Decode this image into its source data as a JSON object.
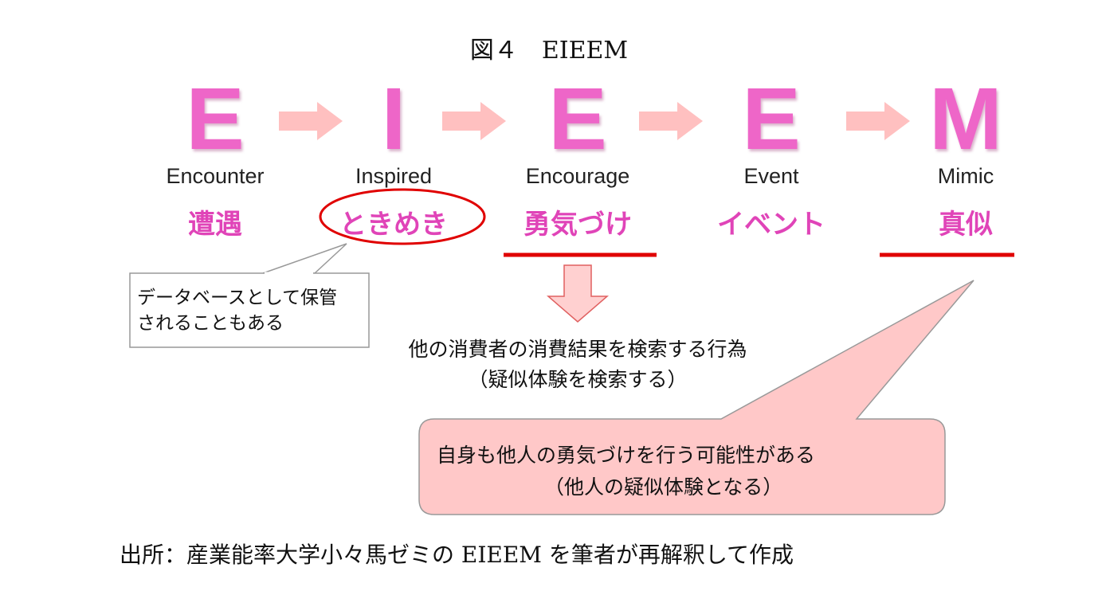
{
  "title": "図４　EIEEM",
  "steps": [
    {
      "letter": "E",
      "english": "Encounter",
      "japanese": "遭遇"
    },
    {
      "letter": "I",
      "english": "Inspired",
      "japanese": "ときめき"
    },
    {
      "letter": "E",
      "english": "Encourage",
      "japanese": "勇気づけ"
    },
    {
      "letter": "E",
      "english": "Event",
      "japanese": "イベント"
    },
    {
      "letter": "M",
      "english": "Mimic",
      "japanese": "真似"
    }
  ],
  "callout_database": {
    "line1": "データベースとして保管",
    "line2": "されることもある"
  },
  "encourage_result": {
    "line1": "他の消費者の消費結果を検索する行為",
    "line2": "（疑似体験を検索する）"
  },
  "mimic_callout": {
    "line1": "自身も他人の勇気づけを行う可能性がある",
    "line2": "（他人の疑似体験となる）"
  },
  "source": "出所：産業能率大学小々馬ゼミの EIEEM を筆者が再解釈して作成",
  "colors": {
    "letter": "#ee66c8",
    "japanese": "#e044b8",
    "arrow": "#ffc0c0",
    "underline": "#e00000",
    "ellipse": "#e00000",
    "callout_fill": "#ffc8c8"
  }
}
